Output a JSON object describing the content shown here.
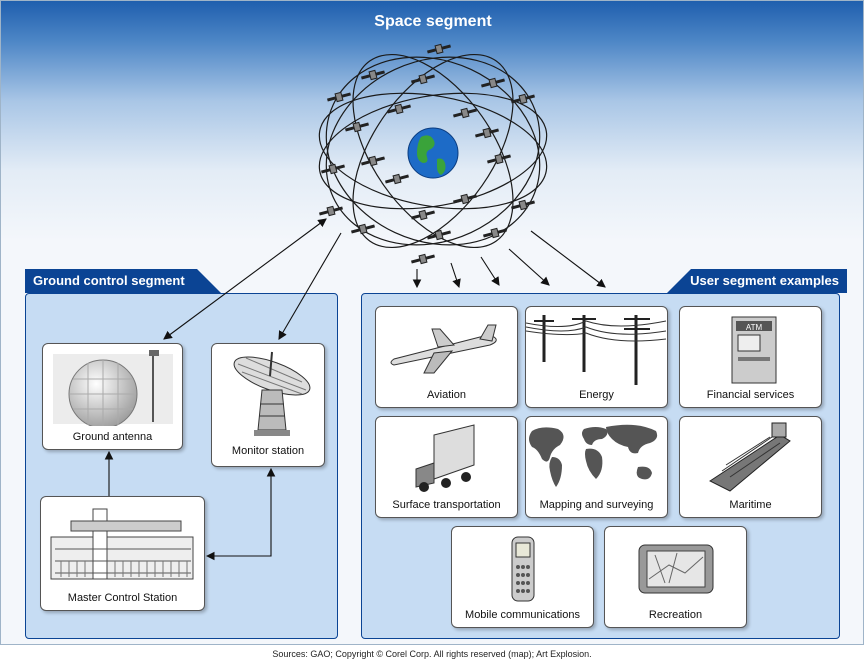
{
  "space": {
    "title": "Space segment"
  },
  "ground": {
    "title": "Ground control segment",
    "ground_antenna": "Ground antenna",
    "monitor_station": "Monitor station",
    "master_control": "Master Control Station"
  },
  "user": {
    "title": "User segment examples",
    "items": [
      "Aviation",
      "Energy",
      "Financial services",
      "Surface transportation",
      "Mapping and surveying",
      "Maritime",
      "Mobile communications",
      "Recreation"
    ]
  },
  "atm_text": "ATM",
  "footer": "Sources: GAO; Copyright © Corel Corp. All rights reserved (map); Art Explosion."
}
